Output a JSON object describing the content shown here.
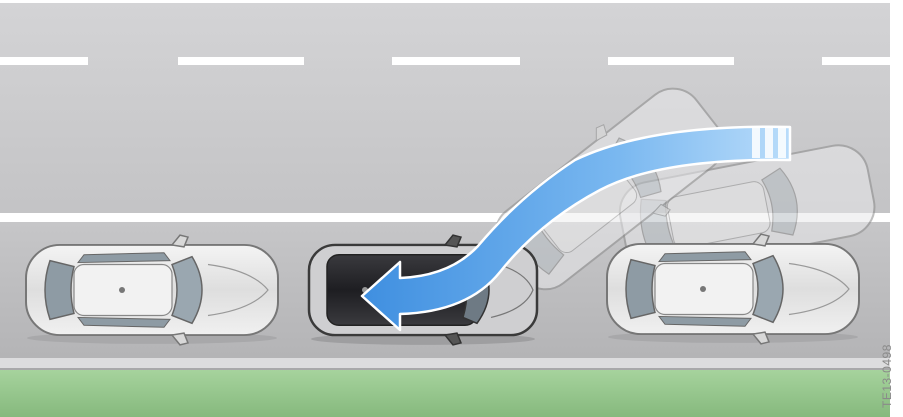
{
  "figure": {
    "code": "TE13-0498"
  },
  "colors": {
    "road": "#c9c9cb",
    "road_light": "#d6d6d8",
    "parking_lane": "#bdbdbf",
    "lane_marking": "#ffffff",
    "curb": "#d9d9db",
    "grass": "#93c58a",
    "arrow": "#5da4e8",
    "arrow_light": "#a9d2f6",
    "car_body": "#e6e6e6",
    "car_window": "#8f9ca6",
    "ego_car_roof": "#2b2b2e"
  },
  "scene": {
    "cars": [
      {
        "id": "parked-front",
        "type": "parked",
        "icon": "car-top-view-icon"
      },
      {
        "id": "ego",
        "type": "parking",
        "icon": "car-top-view-icon"
      },
      {
        "id": "parked-rear",
        "type": "parked",
        "icon": "car-top-view-icon"
      },
      {
        "id": "ghost-start",
        "type": "ghost",
        "icon": "car-top-view-icon"
      },
      {
        "id": "ghost-mid",
        "type": "ghost",
        "icon": "car-top-view-icon"
      }
    ],
    "arrow": {
      "icon": "reverse-path-arrow-icon",
      "direction": "reverse-into-space"
    }
  }
}
